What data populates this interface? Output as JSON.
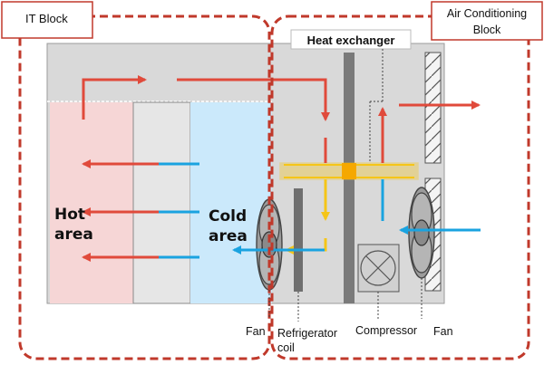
{
  "blocks": {
    "it_block": "IT Block",
    "ac_block_line1": "Air Conditioning",
    "ac_block_line2": "Block"
  },
  "labels": {
    "heat_exchanger": "Heat exchanger",
    "hot_area_line1": "Hot",
    "hot_area_line2": "area",
    "cold_area_line1": "Cold",
    "cold_area_line2": "area",
    "fan_left": "Fan",
    "fan_right": "Fan",
    "refrigerator_coil_line1": "Refrigerator",
    "refrigerator_coil_line2": "coil",
    "compressor": "Compressor"
  },
  "colors": {
    "hot_air": "#e04a3b",
    "cold_air": "#1aa3e0",
    "refrigerant": "#f5c518",
    "block_border": "#c0392b",
    "hot_zone": "#f6d6d6",
    "cold_zone": "#cbe9fb"
  },
  "icons": [
    "fan-icon",
    "compressor-icon",
    "grille-icon"
  ]
}
